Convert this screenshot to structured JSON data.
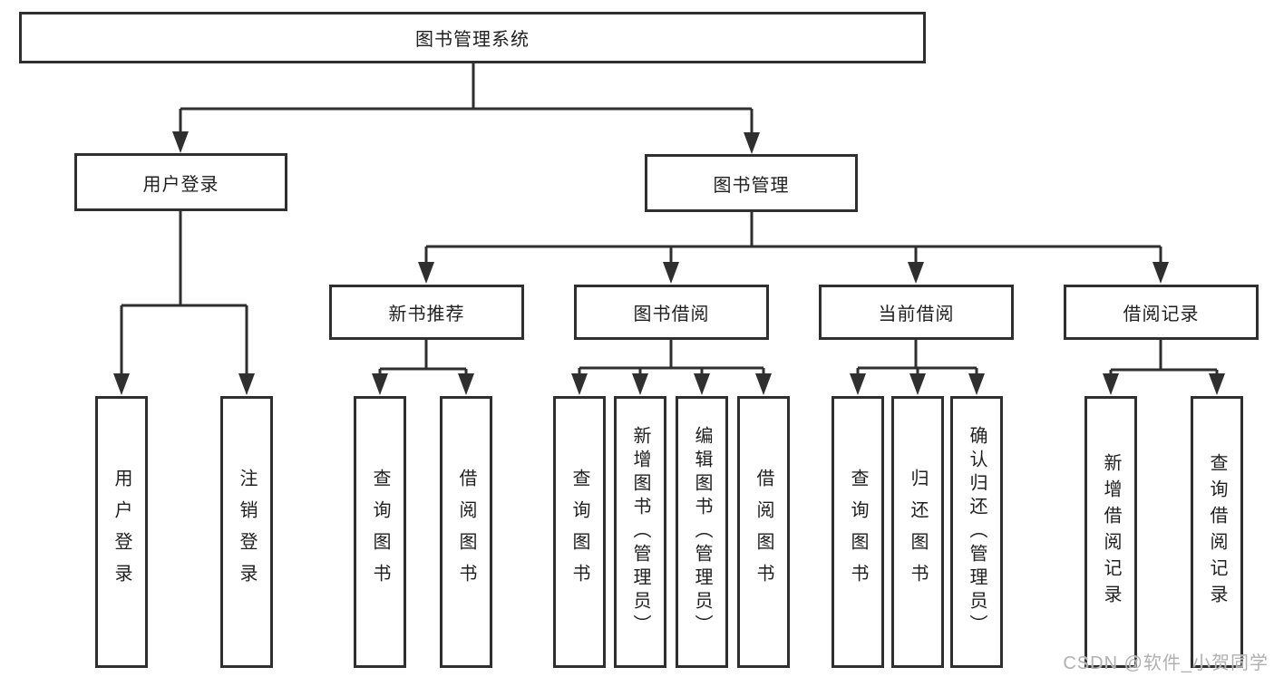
{
  "diagram": {
    "root": {
      "label": "图书管理系统"
    },
    "branches": [
      {
        "label": "用户登录",
        "leaves": [
          {
            "label": "用户登录"
          },
          {
            "label": "注销登录"
          }
        ]
      },
      {
        "label": "图书管理",
        "children": [
          {
            "label": "新书推荐",
            "leaves": [
              {
                "label": "查询图书"
              },
              {
                "label": "借阅图书"
              }
            ]
          },
          {
            "label": "图书借阅",
            "leaves": [
              {
                "label": "查询图书"
              },
              {
                "label": "新增图书（管理员）"
              },
              {
                "label": "编辑图书（管理员）"
              },
              {
                "label": "借阅图书"
              }
            ]
          },
          {
            "label": "当前借阅",
            "leaves": [
              {
                "label": "查询图书"
              },
              {
                "label": "归还图书"
              },
              {
                "label": "确认归还（管理员）"
              }
            ]
          },
          {
            "label": "借阅记录",
            "leaves": [
              {
                "label": "新增借阅记录"
              },
              {
                "label": "查询借阅记录"
              }
            ]
          }
        ]
      }
    ]
  },
  "watermark": {
    "text": "CSDN @软件_小贺同学"
  },
  "colors": {
    "line": "#2f2f2f",
    "box_border": "#2f2f2f",
    "box_bg": "#ffffff",
    "text": "#1f1f1f",
    "page_bg": "#ffffff",
    "watermark": "#b0b0b0"
  }
}
